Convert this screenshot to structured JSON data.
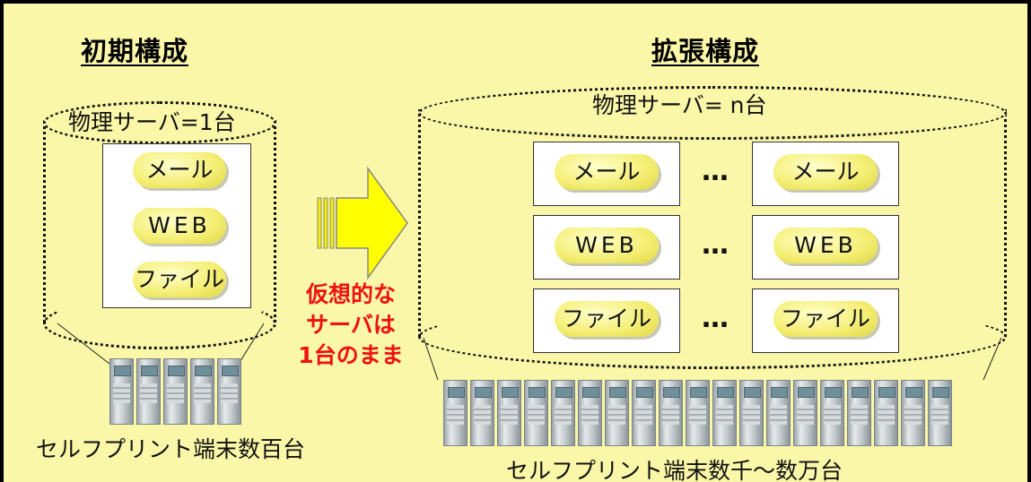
{
  "initial": {
    "heading": "初期構成",
    "server_label": "物理サーバ=1台",
    "services": [
      "メール",
      "WEB",
      "ファイル"
    ],
    "terminals_label": "セルフプリント端末数百台"
  },
  "expanded": {
    "heading": "拡張構成",
    "server_label": "物理サーバ= n台",
    "services": [
      "メール",
      "WEB",
      "ファイル"
    ],
    "ellipsis": "…",
    "terminals_label": "セルフプリント端末数千～数万台"
  },
  "note": {
    "lines": [
      "仮想的な",
      "サーバは",
      "1台のまま"
    ],
    "color": "#ee1111"
  },
  "colors": {
    "background": "#fbf7a8",
    "pill": "#f5ef78",
    "arrow": "#ffff00"
  },
  "icons": [
    "server-terminal-icon",
    "right-arrow-icon"
  ]
}
